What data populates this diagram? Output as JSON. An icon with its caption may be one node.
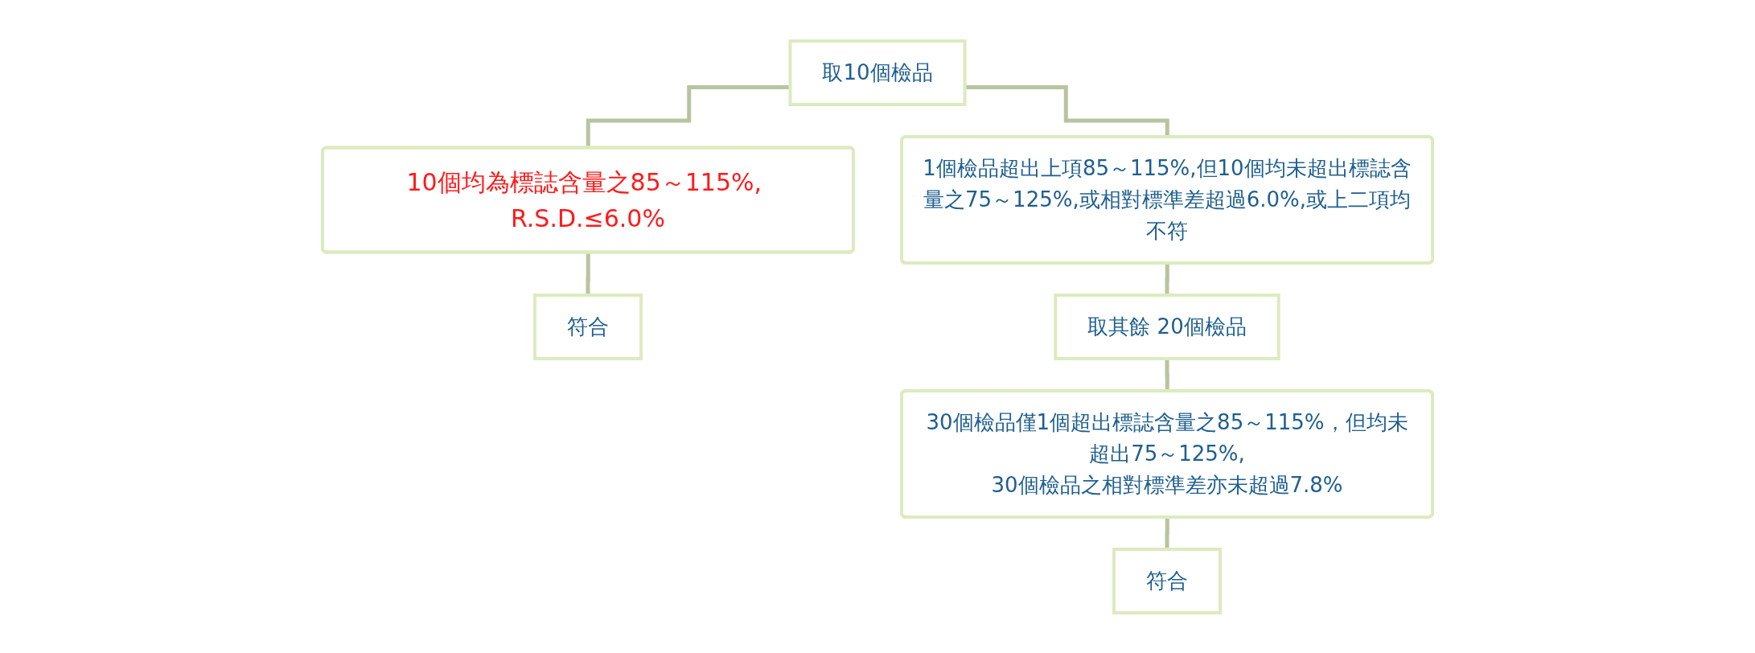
{
  "diagram": {
    "nodes": [
      {
        "text": [
          "取10個檢品"
        ]
      },
      {
        "text": [
          "10個均為標誌含量之85～115%, R.S.D.≤6.0%"
        ]
      },
      {
        "text": [
          "1個檢品超出上項85～115%,但10個均未超出標誌含量之75～125%,或相對標準差超過6.0%,或上二項均不符"
        ]
      },
      {
        "text": [
          "符合"
        ]
      },
      {
        "text": [
          "取其餘 20個檢品"
        ]
      },
      {
        "text": [
          "30個檢品僅1個超出標誌含量之85～115%，但均未超出75～125%,",
          "30個檢品之相對標準差亦未超過7.8%"
        ]
      },
      {
        "text": [
          "符合"
        ]
      }
    ],
    "edges": [
      {
        "from": 0,
        "to": 1,
        "arrow": "none"
      },
      {
        "from": 0,
        "to": 2,
        "arrow": "none"
      },
      {
        "from": 1,
        "to": 3,
        "arrow": "none"
      },
      {
        "from": 2,
        "to": 4,
        "arrow": "none"
      },
      {
        "from": 4,
        "to": 5,
        "arrow": "none"
      },
      {
        "from": 5,
        "to": 6,
        "arrow": "none"
      }
    ]
  }
}
